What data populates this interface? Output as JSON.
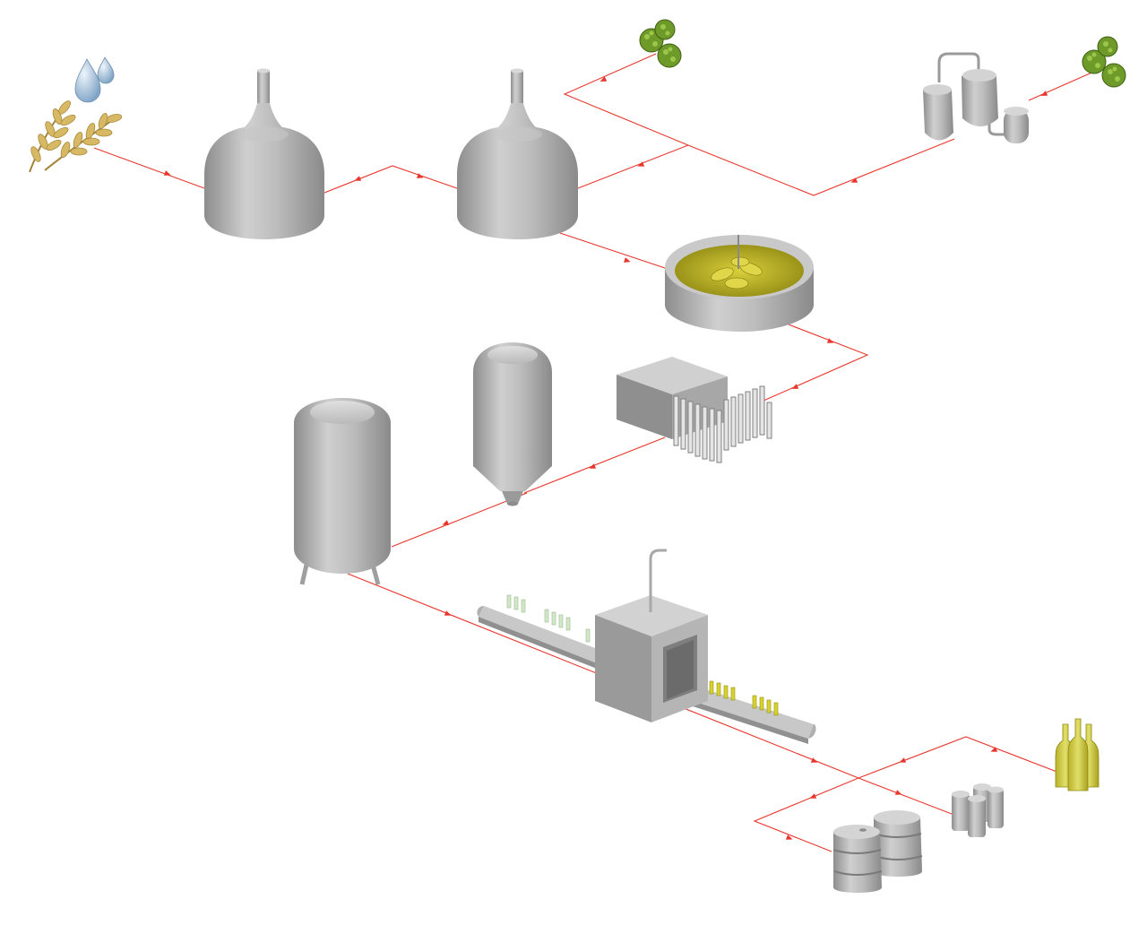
{
  "diagram": {
    "kind": "brewing-process-flow",
    "flow_color": "#e8362d",
    "steel_color": "#b4b4b4",
    "wort_color": "#b5ad1a",
    "hop_color": "#5e8a1f",
    "bottle_color": "#cfcf38",
    "nodes": [
      {
        "id": "ingredients",
        "icon": "grain-water-icon"
      },
      {
        "id": "mash-tun",
        "icon": "kettle-icon"
      },
      {
        "id": "lauter-tun",
        "icon": "kettle-icon"
      },
      {
        "id": "hops-kettle",
        "icon": "hops-icon"
      },
      {
        "id": "hops-dryhop",
        "icon": "hops-icon"
      },
      {
        "id": "hop-extractor",
        "icon": "extractor-icon"
      },
      {
        "id": "whirlpool",
        "icon": "whirlpool-icon"
      },
      {
        "id": "wort-cooler",
        "icon": "heat-exchanger-icon"
      },
      {
        "id": "fermenter",
        "icon": "conical-tank-icon"
      },
      {
        "id": "conditioning-tank",
        "icon": "storage-tank-icon"
      },
      {
        "id": "bottling-line",
        "icon": "filler-icon"
      },
      {
        "id": "bottles",
        "icon": "bottles-icon"
      },
      {
        "id": "cans",
        "icon": "cans-icon"
      },
      {
        "id": "kegs",
        "icon": "kegs-icon"
      }
    ]
  }
}
